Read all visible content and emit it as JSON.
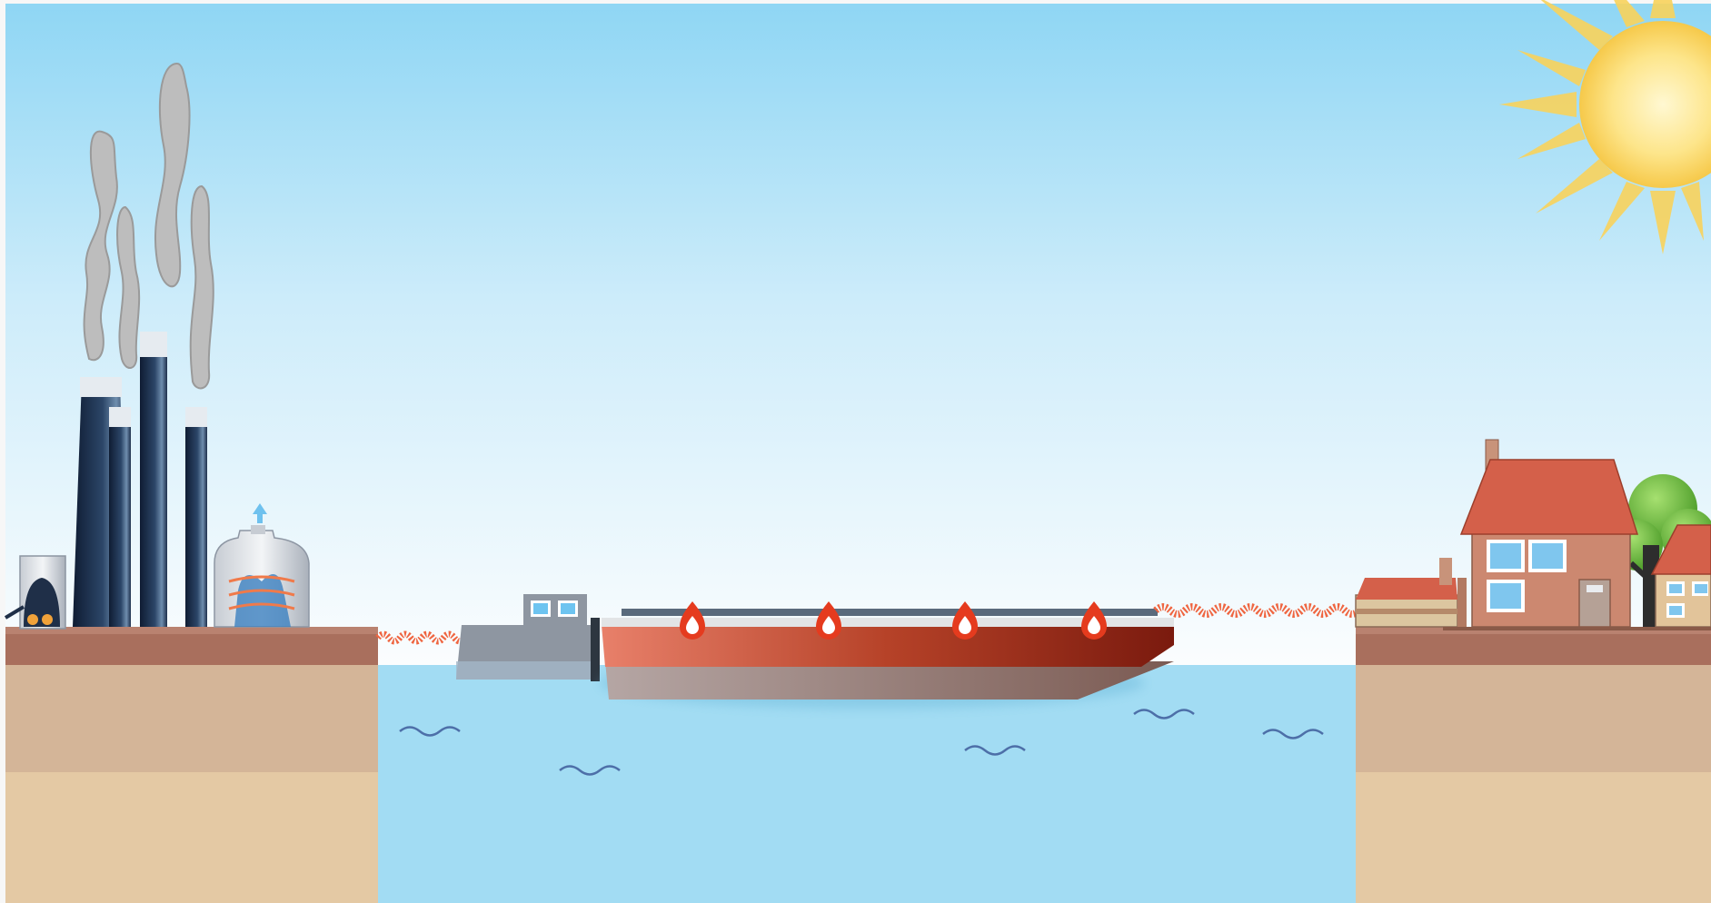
{
  "scene": {
    "elements": [
      "factory-with-smokestacks",
      "heat-storage-tank",
      "tugboat",
      "heat-barge",
      "house-with-chimney",
      "small-house",
      "outbuilding",
      "tree",
      "sun",
      "water-waves"
    ]
  },
  "colors": {
    "sky_top": "#8fd6f4",
    "sky_bottom": "#fbfdfe",
    "water": "#a2dcf3",
    "soil_upper": "#d4b598",
    "soil_lower": "#e4c9a4",
    "ground_strip": "#a96f5d",
    "barge_light": "#e8806a",
    "barge_dark": "#7a1a0e",
    "heat_pipe": "#ef6540",
    "roof": "#d4604a",
    "brick": "#cc8870",
    "sun": "#fde58a",
    "smoke": "#bdbdbd",
    "chimney_dark": "#1e3250"
  }
}
